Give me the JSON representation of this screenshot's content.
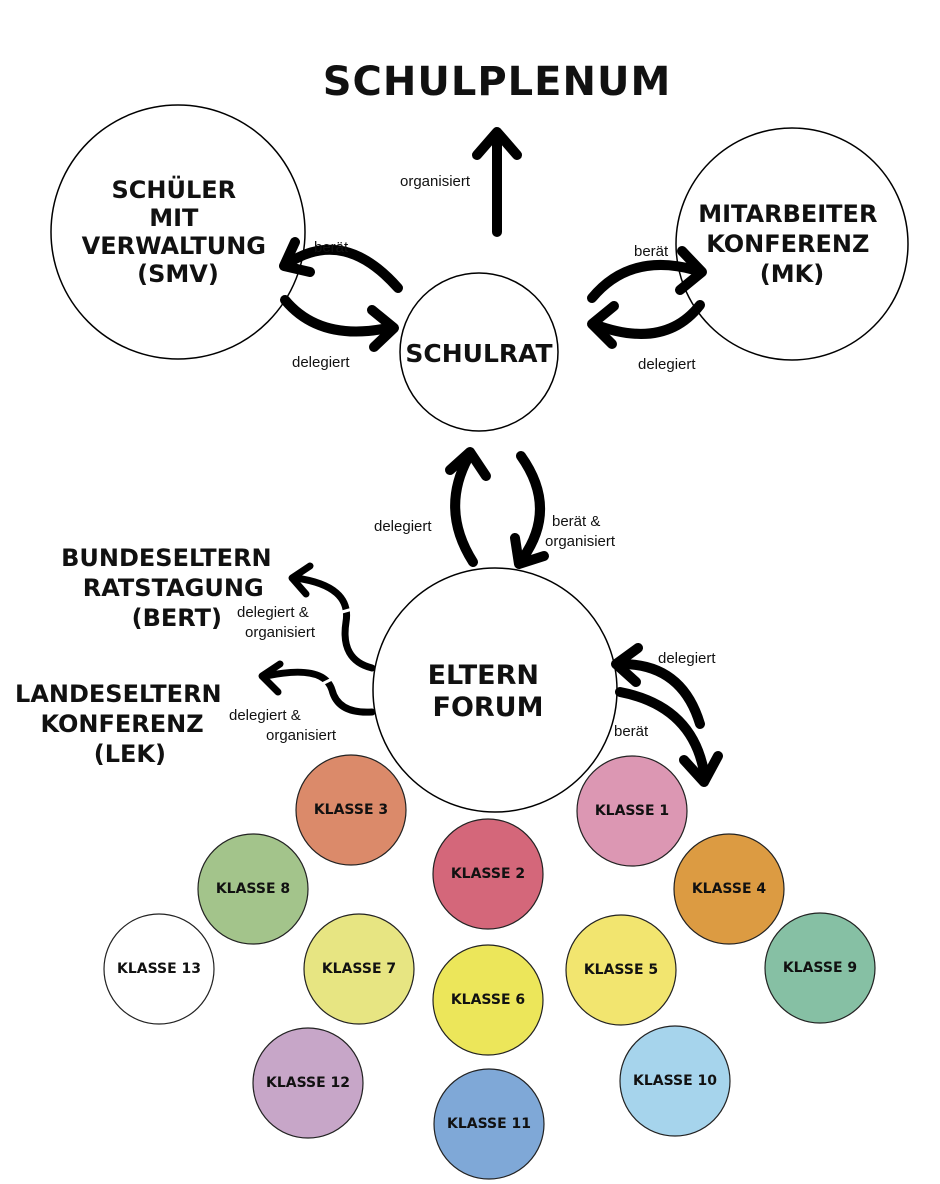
{
  "title": "SCHULPLENUM",
  "nodes": {
    "smv": {
      "lines": [
        "SCHÜLER",
        "MIT",
        "VERWALTUNG",
        "(SMV)"
      ]
    },
    "mk": {
      "lines": [
        "MITARBEITER",
        "KONFERENZ",
        "(MK)"
      ]
    },
    "schulrat": {
      "lines": [
        "SCHULRAT"
      ]
    },
    "elternforum": {
      "lines": [
        "ELTERN",
        "FORUM"
      ]
    },
    "bert": {
      "lines": [
        "BUNDESELTERN",
        "RATSTAGUNG",
        "(BERT)"
      ]
    },
    "lek": {
      "lines": [
        "LANDESELTERN",
        "KONFERENZ",
        "(LEK)"
      ]
    }
  },
  "arrow_labels": {
    "organisiert": "organisiert",
    "smv_berat": "berät",
    "smv_delegiert": "delegiert",
    "mk_berat": "berät",
    "mk_delegiert": "delegiert",
    "schulrat_delegiert": "delegiert",
    "schulrat_berat_line1": "berät &",
    "schulrat_berat_line2": "organisiert",
    "bert_line1": "delegiert &",
    "bert_line2": "organisiert",
    "lek_line1": "delegiert &",
    "lek_line2": "organisiert",
    "klassen_delegiert": "delegiert",
    "klassen_berat": "berät"
  },
  "classes": [
    {
      "label": "KLASSE 1",
      "color": "#dc97b3"
    },
    {
      "label": "KLASSE 2",
      "color": "#d4677a"
    },
    {
      "label": "KLASSE 3",
      "color": "#db8a6a"
    },
    {
      "label": "KLASSE 4",
      "color": "#dc9b42"
    },
    {
      "label": "KLASSE 5",
      "color": "#f2e56f"
    },
    {
      "label": "KLASSE 6",
      "color": "#ece65a"
    },
    {
      "label": "KLASSE 7",
      "color": "#e7e582"
    },
    {
      "label": "KLASSE 8",
      "color": "#a3c48b"
    },
    {
      "label": "KLASSE 9",
      "color": "#86c0a4"
    },
    {
      "label": "KLASSE 10",
      "color": "#a6d4ec"
    },
    {
      "label": "KLASSE 11",
      "color": "#7fa8d7"
    },
    {
      "label": "KLASSE 12",
      "color": "#c7a6c8"
    },
    {
      "label": "KLASSE 13",
      "color": "#ffffff"
    }
  ]
}
